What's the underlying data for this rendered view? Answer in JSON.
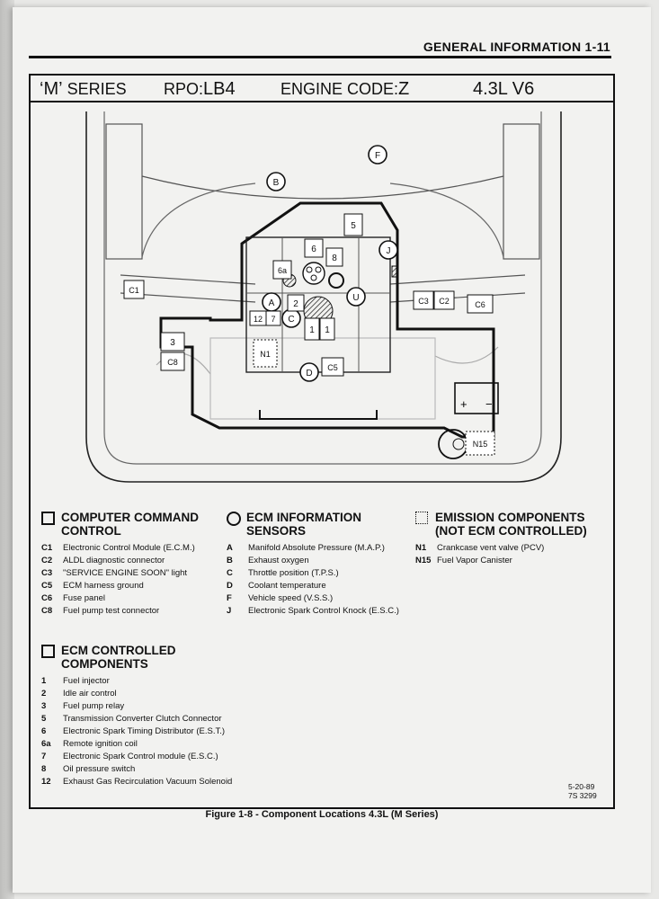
{
  "header": {
    "title": "GENERAL INFORMATION  1-11"
  },
  "titlebar": {
    "series_quote": "‘M’",
    "series_word": "SERIES",
    "rpo_label": "RPO:",
    "rpo_value": "LB4",
    "engine_label": "ENGINE CODE:",
    "engine_value": "Z",
    "engine_desc": "4.3L  V6"
  },
  "diagram": {
    "labels": {
      "F": "F",
      "B": "B",
      "J": "J",
      "U": "U",
      "A": "A",
      "C": "C",
      "D": "D",
      "c1": "C1",
      "c3": "C3",
      "c2": "C2",
      "c6": "C6",
      "c8": "C8",
      "c5": "C5",
      "n1": "N1",
      "n15": "N15",
      "n5": "5",
      "n6": "6",
      "n8": "8",
      "n6a": "6a",
      "n2": "2",
      "n12": "12",
      "n7": "7",
      "n1a": "1",
      "n1b": "1",
      "n3": "3",
      "plus": "+",
      "minus": "−"
    }
  },
  "legend": {
    "computer": {
      "title_line1": "COMPUTER COMMAND",
      "title_line2": "CONTROL",
      "items": [
        {
          "code": "C1",
          "text": "Electronic Control Module (E.C.M.)"
        },
        {
          "code": "C2",
          "text": "ALDL diagnostic connector"
        },
        {
          "code": "C3",
          "text": "\"SERVICE ENGINE SOON\" light"
        },
        {
          "code": "C5",
          "text": "ECM harness ground"
        },
        {
          "code": "C6",
          "text": "Fuse panel"
        },
        {
          "code": "C8",
          "text": "Fuel pump test connector"
        }
      ]
    },
    "sensors": {
      "title_line1": "ECM INFORMATION",
      "title_line2": "SENSORS",
      "items": [
        {
          "code": "A",
          "text": "Manifold Absolute Pressure (M.A.P.)"
        },
        {
          "code": "B",
          "text": "Exhaust oxygen"
        },
        {
          "code": "C",
          "text": "Throttle position (T.P.S.)"
        },
        {
          "code": "D",
          "text": "Coolant temperature"
        },
        {
          "code": "F",
          "text": "Vehicle speed (V.S.S.)"
        },
        {
          "code": "J",
          "text": "Electronic Spark Control Knock (E.S.C.)"
        }
      ]
    },
    "emission": {
      "title_line1": "EMISSION COMPONENTS",
      "title_line2": "(NOT ECM CONTROLLED)",
      "items": [
        {
          "code": "N1",
          "text": "Crankcase vent valve (PCV)"
        },
        {
          "code": "N15",
          "text": "Fuel Vapor Canister"
        }
      ]
    },
    "controlled": {
      "title_line1": "ECM CONTROLLED",
      "title_line2": "COMPONENTS",
      "items": [
        {
          "code": "1",
          "text": "Fuel injector"
        },
        {
          "code": "2",
          "text": "Idle air control"
        },
        {
          "code": "3",
          "text": "Fuel pump relay"
        },
        {
          "code": "5",
          "text": "Transmission Converter Clutch Connector"
        },
        {
          "code": "6",
          "text": "Electronic Spark Timing Distributor (E.S.T.)"
        },
        {
          "code": "6a",
          "text": "Remote ignition coil"
        },
        {
          "code": "7",
          "text": "Electronic Spark Control module (E.S.C.)"
        },
        {
          "code": "8",
          "text": "Oil pressure switch"
        },
        {
          "code": "12",
          "text": "Exhaust Gas Recirculation Vacuum Solenoid"
        }
      ]
    }
  },
  "figure": {
    "date": "5-20-89",
    "number": "7S 3299",
    "caption": "Figure 1-8 - Component Locations  4.3L  (M Series)"
  }
}
